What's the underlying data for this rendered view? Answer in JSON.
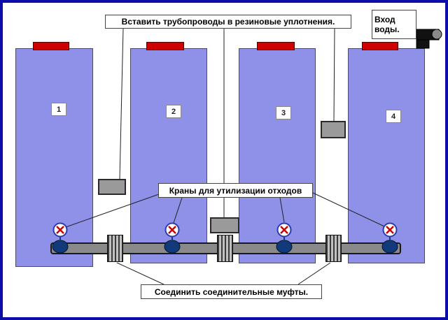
{
  "labels": {
    "top": "Вставить трубопроводы в резиновые уплотнения.",
    "water_inlet": "Вход воды.",
    "middle": "Краны для утилизации отходов",
    "bottom": "Соединить соединительные муфты."
  },
  "tanks": [
    {
      "number": "1"
    },
    {
      "number": "2"
    },
    {
      "number": "3"
    },
    {
      "number": "4"
    }
  ],
  "icons": [
    "water-inlet-pipe-icon",
    "valve-icon",
    "coupling-icon",
    "pipe-piece-icon"
  ],
  "colors": {
    "frame_border": "#0d0da8",
    "tank_fill": "#8f90e8",
    "tank_cap": "#cf0000",
    "pipe_gray": "#8a8a8a",
    "valve_cross": "#cc0000",
    "outlet_ellipse": "#123a7a",
    "label_bg": "#ffffff"
  }
}
